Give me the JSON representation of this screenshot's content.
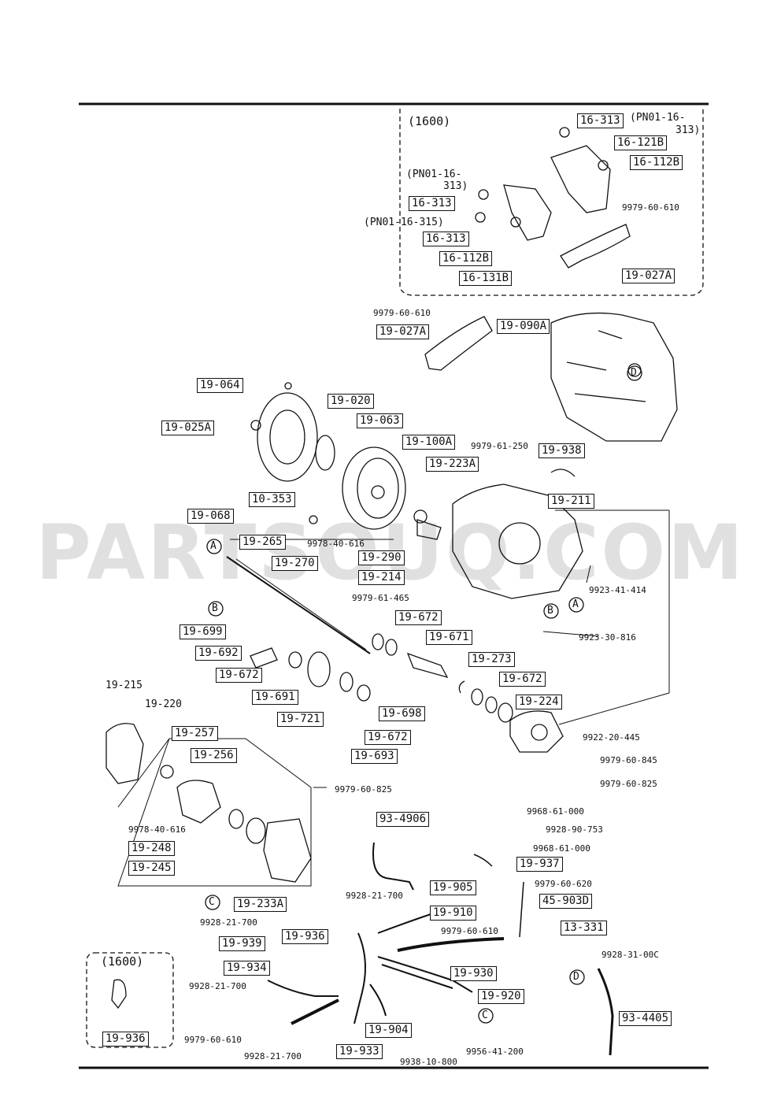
{
  "watermark": "PARTSOUQ.COM",
  "callouts": {
    "c1": "A",
    "c2": "B",
    "c3": "A",
    "c4": "B",
    "c5": "C",
    "c6": "C",
    "c7": "D",
    "c8": "D"
  },
  "labels": {
    "inset1600_title": "(1600)",
    "l_16313_a": "16-313",
    "l_pn01_a": "(PN01-16-",
    "l_pn01_a2": "313)",
    "l_16121b": "16-121B",
    "l_16112b_a": "16-112B",
    "l_pn01_b": "(PN01-16-",
    "l_pn01_b2": "313)",
    "l_16313_b": "16-313",
    "l_pn01_c": "(PN01-16-315)",
    "l_16313_c": "16-313",
    "l_16112b_b": "16-112B",
    "l_16131b": "16-131B",
    "l_9979_60_610_a": "9979-60-610",
    "l_19027a_a": "19-027A",
    "l_9979_60_610_b": "9979-60-610",
    "l_19027a_b": "19-027A",
    "l_19090a": "19-090A",
    "l_19064": "19-064",
    "l_19020": "19-020",
    "l_19025a": "19-025A",
    "l_19063": "19-063",
    "l_19100a": "19-100A",
    "l_9979_61_250": "9979-61-250",
    "l_19938": "19-938",
    "l_19223a": "19-223A",
    "l_10353": "10-353",
    "l_19068": "19-068",
    "l_19211": "19-211",
    "l_19265": "19-265",
    "l_9978_40_616_a": "9978-40-616",
    "l_19270": "19-270",
    "l_19290": "19-290",
    "l_19214": "19-214",
    "l_9923_41_414": "9923-41-414",
    "l_9979_61_465": "9979-61-465",
    "l_19672_a": "19-672",
    "l_19671": "19-671",
    "l_19699": "19-699",
    "l_9923_30_816": "9923-30-816",
    "l_19692": "19-692",
    "l_19672_b": "19-672",
    "l_19273": "19-273",
    "l_19691": "19-691",
    "l_19672_c": "19-672",
    "l_19215": "19-215",
    "l_19721": "19-721",
    "l_19698": "19-698",
    "l_19224": "19-224",
    "l_19220": "19-220",
    "l_19672_d": "19-672",
    "l_9922_20_445": "9922-20-445",
    "l_19257": "19-257",
    "l_19693": "19-693",
    "l_19256": "19-256",
    "l_9979_60_845": "9979-60-845",
    "l_9979_60_825_a": "9979-60-825",
    "l_9979_60_825_b": "9979-60-825",
    "l_9978_40_616_b": "9978-40-616",
    "l_93_4906": "93-4906",
    "l_9968_61_000_a": "9968-61-000",
    "l_9928_90_753": "9928-90-753",
    "l_19248": "19-248",
    "l_9968_61_000_b": "9968-61-000",
    "l_19245": "19-245",
    "l_19937": "19-937",
    "l_9979_60_620": "9979-60-620",
    "l_19905": "19-905",
    "l_9928_21_700_a": "9928-21-700",
    "l_19233a": "19-233A",
    "l_45903d": "45-903D",
    "l_19910": "19-910",
    "l_9928_21_700_b": "9928-21-700",
    "l_13331": "13-331",
    "l_9979_60_610_c": "9979-60-610",
    "l_19939": "19-939",
    "l_19936_a": "19-936",
    "l_9928_31_000": "9928-31-00C",
    "inset1600_b_title": "(1600)",
    "l_19934": "19-934",
    "l_19930": "19-930",
    "l_9928_21_700_c": "9928-21-700",
    "l_19920": "19-920",
    "l_93_4405": "93-4405",
    "l_19904": "19-904",
    "l_19936_b": "19-936",
    "l_9979_60_610_d": "9979-60-610",
    "l_19933": "19-933",
    "l_9956_41_200": "9956-41-200",
    "l_9928_21_700_d": "9928-21-700",
    "l_9938_10_800": "9938-10-800"
  }
}
